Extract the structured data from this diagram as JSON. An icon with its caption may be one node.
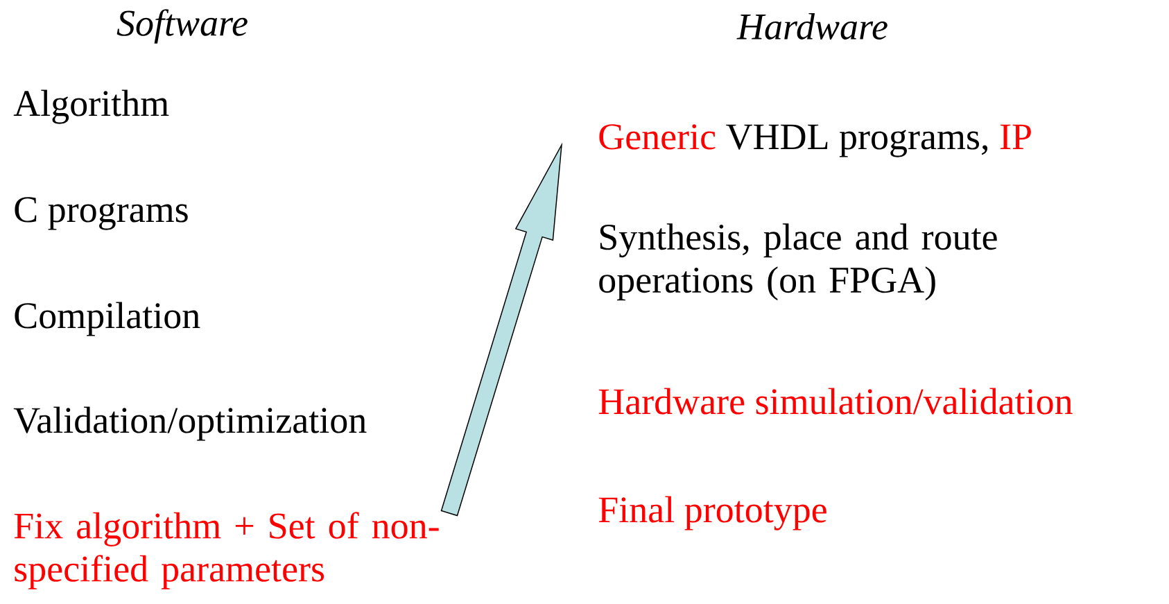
{
  "diagram": {
    "nodes": [
      {
        "text": [
          "Fix algorithm + Set of non-specified parameters"
        ]
      },
      {
        "text": [
          "Generic",
          "VHDL programs,",
          "IP"
        ]
      }
    ],
    "edges": [
      {
        "from": 0,
        "to": 1,
        "arrow": "to"
      }
    ],
    "labels": [
      "Software",
      "Hardware",
      "Algorithm",
      "C programs",
      "Compilation",
      "Validation/optimization",
      "Synthesis, place and route operations (on FPGA)",
      "Hardware simulation/validation",
      "Final prototype"
    ]
  }
}
